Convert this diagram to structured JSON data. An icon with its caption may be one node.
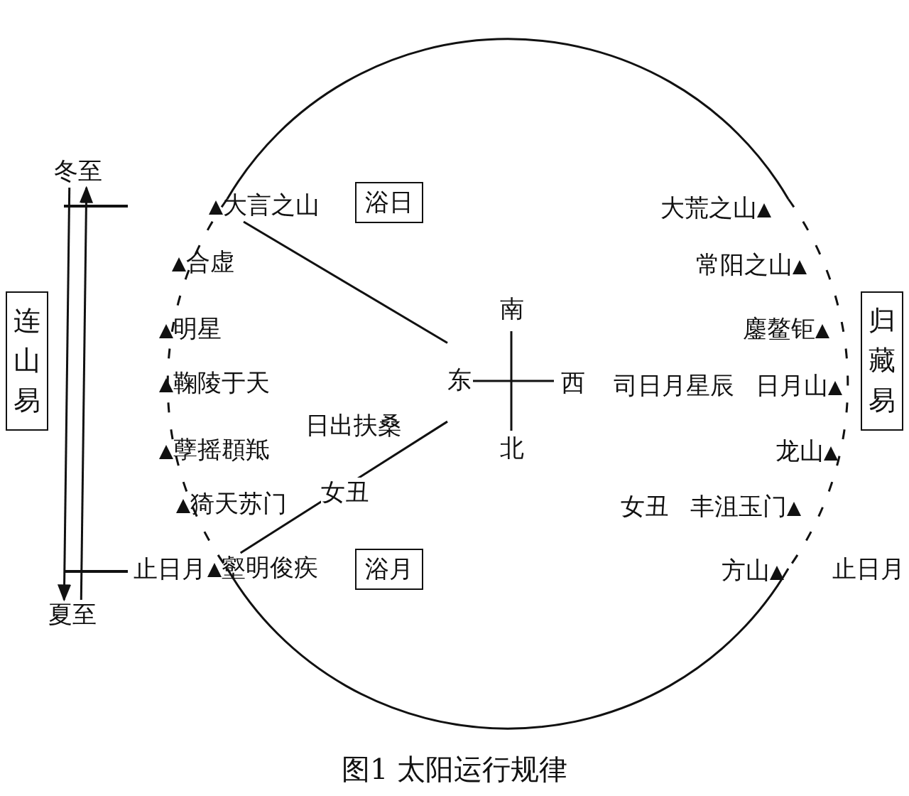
{
  "diagram": {
    "caption": "图1 太阳运行规律",
    "nodes": [
      {
        "text": [
          "冬至"
        ]
      },
      {
        "text": [
          "夏至"
        ]
      },
      {
        "text": [
          "连山易"
        ]
      },
      {
        "text": [
          "大言之山"
        ]
      },
      {
        "text": [
          "浴日"
        ]
      },
      {
        "text": [
          "合虚"
        ]
      },
      {
        "text": [
          "明星"
        ]
      },
      {
        "text": [
          "鞠陵于天"
        ]
      },
      {
        "text": [
          "孽摇頵羝"
        ]
      },
      {
        "text": [
          "猗天苏门"
        ]
      },
      {
        "text": [
          "壑明俊疾"
        ]
      },
      {
        "text": [
          "浴月"
        ]
      },
      {
        "text": [
          "南",
          "北",
          "东",
          "西"
        ]
      },
      {
        "text": [
          "大荒之山"
        ]
      },
      {
        "text": [
          "常阳之山"
        ]
      },
      {
        "text": [
          "鏖鳌钜"
        ]
      },
      {
        "text": [
          "日月山"
        ]
      },
      {
        "text": [
          "归藏易"
        ]
      },
      {
        "text": [
          "龙山"
        ]
      },
      {
        "text": [
          "丰沮玉门"
        ]
      },
      {
        "text": [
          "方山"
        ]
      }
    ],
    "edges": [
      {
        "from": 3,
        "to": 12,
        "arrow": "none"
      },
      {
        "from": 12,
        "to": 10,
        "arrow": "none"
      },
      {
        "from": 0,
        "to": 1,
        "arrow": "to"
      },
      {
        "from": 1,
        "to": 0,
        "arrow": "to"
      }
    ],
    "labels": [
      "司日月星辰",
      "日出扶桑",
      "女丑",
      "女丑",
      "止日月",
      "止日月"
    ]
  }
}
